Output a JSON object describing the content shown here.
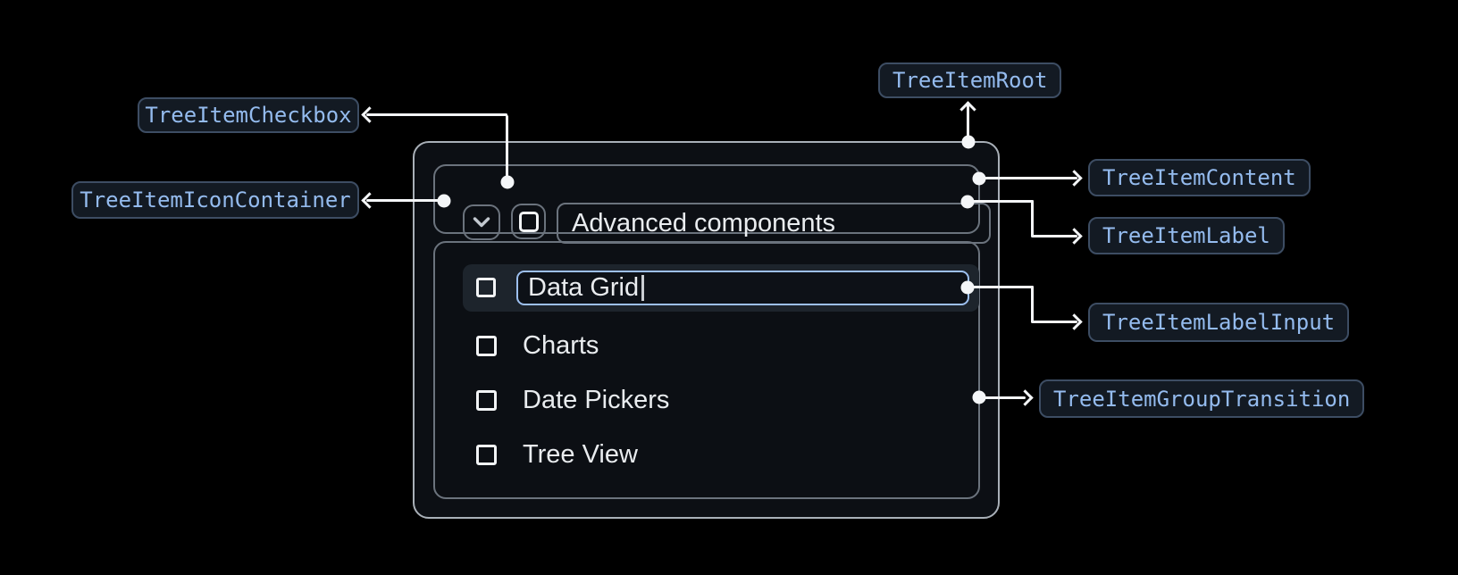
{
  "annotations": {
    "tree_item_root": "TreeItemRoot",
    "tree_item_checkbox": "TreeItemCheckbox",
    "tree_item_icon_container": "TreeItemIconContainer",
    "tree_item_content": "TreeItemContent",
    "tree_item_label": "TreeItemLabel",
    "tree_item_label_input": "TreeItemLabelInput",
    "tree_item_group_transition": "TreeItemGroupTransition"
  },
  "tree": {
    "parent_item": {
      "label": "Advanced components",
      "state": "expanded",
      "checkbox_checked": false
    },
    "editing_item": {
      "input_value": "Data Grid",
      "checkbox_checked": false
    },
    "child_items": [
      {
        "label": "Charts",
        "checkbox_checked": false
      },
      {
        "label": "Date Pickers",
        "checkbox_checked": false
      },
      {
        "label": "Tree View",
        "checkbox_checked": false
      }
    ]
  },
  "colors": {
    "page-bg": "#000000",
    "panel-bg": "#0c0f14",
    "outer-border": "#a9b0b8",
    "inner-border": "#6b737d",
    "row-selected-bg": "#1d242c",
    "input-border": "#9dc0f0",
    "input-bg": "#0d1117",
    "badge-bg": "#131a23",
    "badge-border": "#3d4d63",
    "badge-text": "#94bbee",
    "tree-text": "#e9ecef",
    "line": "#f4f6f8",
    "chevron": "#c2c8cf",
    "checkbox": "#f2f4f6"
  }
}
